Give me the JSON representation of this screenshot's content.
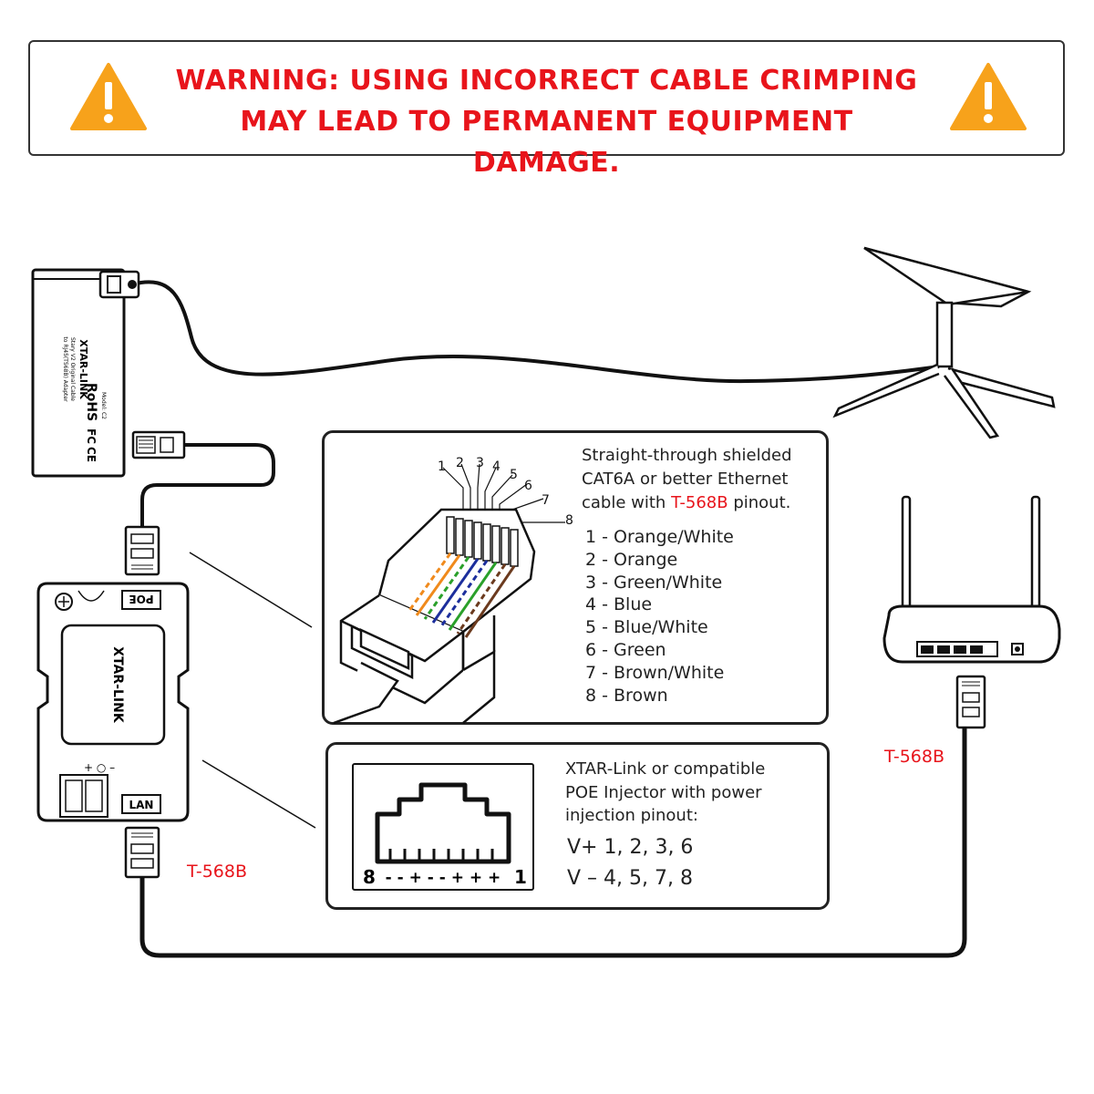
{
  "warning": {
    "line1": "WARNING: USING INCORRECT CABLE CRIMPING",
    "line2": "MAY LEAD TO PERMANENT EQUIPMENT DAMAGE.",
    "color": "#e8141b",
    "icon": "warning-triangle-icon",
    "icon_color": "#f7a21b"
  },
  "adapter": {
    "brand": "XTAR-LINK",
    "line1": "Stary V2 Original Cable",
    "line2": "to RJ45(T568B) Adapter",
    "model": "Model: C2",
    "cert1": "RoHS",
    "cert2": "FC",
    "cert3": "CE"
  },
  "injector": {
    "brand": "XTAR-LINK",
    "poe_label": "POE",
    "lan_label": "LAN",
    "polarity": "+ ○ –"
  },
  "cable_panel": {
    "desc_line1": "Straight-through shielded",
    "desc_line2": "CAT6A or better Ethernet",
    "desc_line3_pre": "cable with ",
    "desc_line3_red": "T-568B",
    "desc_line3_post": " pinout.",
    "pin_numbers": [
      "1",
      "2",
      "3",
      "4",
      "5",
      "6",
      "7",
      "8"
    ],
    "pins": [
      "1 - Orange/White",
      "2 - Orange",
      "3 - Green/White",
      "4 - Blue",
      "5 - Blue/White",
      "6 - Green",
      "7 - Brown/White",
      "8 - Brown"
    ],
    "wire_colors": [
      "#f08a1c",
      "#f08a1c",
      "#2aa02a",
      "#1c2e9c",
      "#1c2e9c",
      "#2aa02a",
      "#6b3a1e",
      "#6b3a1e"
    ]
  },
  "poe_panel": {
    "desc_line1": "XTAR-Link or compatible",
    "desc_line2": "POE Injector with power",
    "desc_line3": "injection pinout:",
    "vplus": "V+ 1, 2, 3, 6",
    "vminus": "V – 4, 5, 7, 8",
    "port_left": "8",
    "port_right": "1",
    "port_signs": "- - + - - + + +"
  },
  "labels": {
    "t568b_left": "T-568B",
    "t568b_right": "T-568B"
  }
}
